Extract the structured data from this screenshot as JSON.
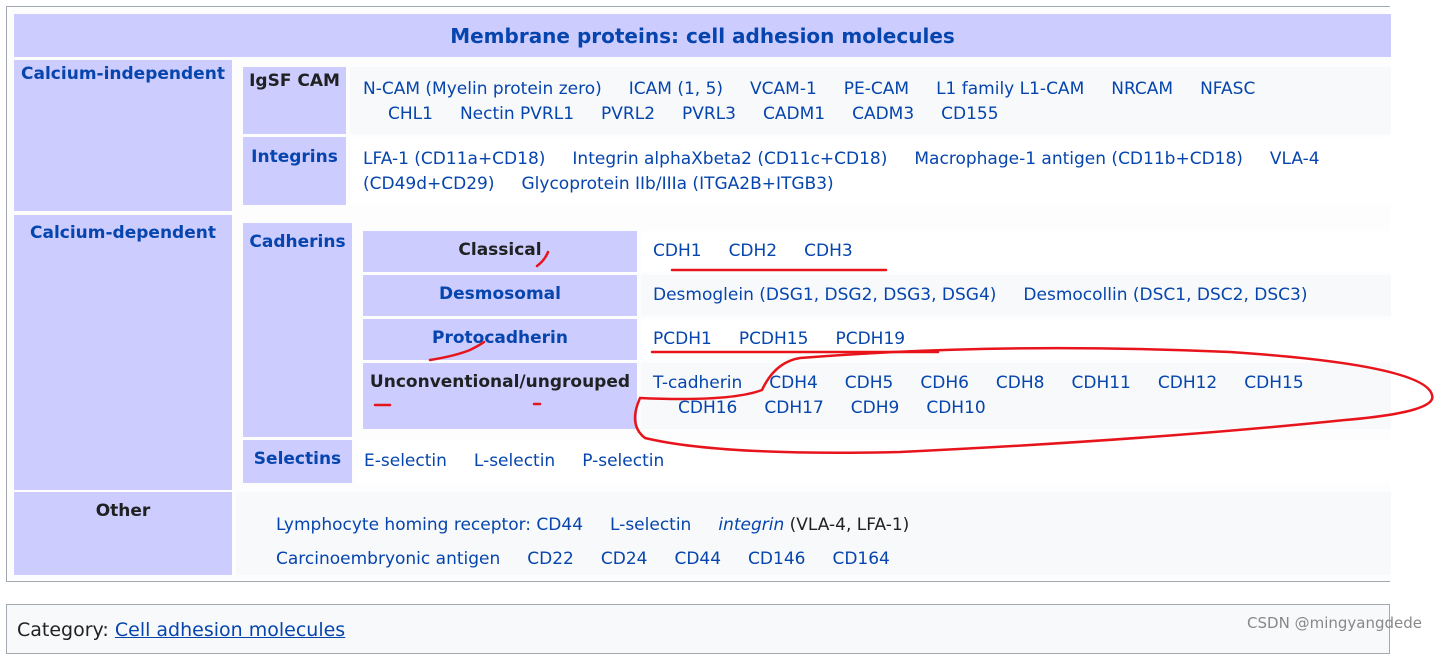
{
  "navbox": {
    "title": "Membrane proteins: cell adhesion molecules",
    "calcium_independent": {
      "label": "Calcium-independent",
      "igsf": {
        "label": "IgSF CAM",
        "line1": [
          "N-CAM (Myelin protein zero)",
          "ICAM (1, 5)",
          "VCAM-1",
          "PE-CAM",
          "L1 family L1-CAM",
          "NRCAM",
          "NFASC"
        ],
        "line2": [
          "CHL1",
          "Nectin PVRL1",
          "PVRL2",
          "PVRL3",
          "CADM1",
          "CADM3",
          "CD155"
        ]
      },
      "integrins": {
        "label": "Integrins",
        "line1": [
          "LFA-1 (CD11a+CD18)",
          "Integrin alphaXbeta2 (CD11c+CD18)",
          "Macrophage-1 antigen (CD11b+CD18)",
          "VLA-4"
        ],
        "line2": [
          "(CD49d+CD29)",
          "Glycoprotein IIb/IIIa (ITGA2B+ITGB3)"
        ]
      }
    },
    "calcium_dependent": {
      "label": "Calcium-dependent",
      "cadherins": {
        "label": "Cadherins",
        "classical": {
          "label": "Classical",
          "items": [
            "CDH1",
            "CDH2",
            "CDH3"
          ]
        },
        "desmosomal": {
          "label": "Desmosomal",
          "items": [
            "Desmoglein (DSG1, DSG2, DSG3, DSG4)",
            "Desmocollin (DSC1, DSC2, DSC3)"
          ]
        },
        "protocadherin": {
          "label": "Protocadherin",
          "items": [
            "PCDH1",
            "PCDH15",
            "PCDH19"
          ]
        },
        "unconventional": {
          "label": "Unconventional/ungrouped",
          "line1": [
            "T-cadherin",
            "CDH4",
            "CDH5",
            "CDH6",
            "CDH8",
            "CDH11",
            "CDH12",
            "CDH15"
          ],
          "line2": [
            "CDH16",
            "CDH17",
            "CDH9",
            "CDH10"
          ]
        }
      },
      "selectins": {
        "label": "Selectins",
        "items": [
          "E-selectin",
          "L-selectin",
          "P-selectin"
        ]
      }
    },
    "other": {
      "label": "Other",
      "line1": {
        "homing": "Lymphocyte homing receptor: CD44",
        "lselectin": "L-selectin",
        "integrin_word": "integrin",
        "integrin_rest": " (VLA-4, LFA-1)"
      },
      "line2": [
        "Carcinoembryonic antigen",
        "CD22",
        "CD24",
        "CD44",
        "CD146",
        "CD164"
      ]
    }
  },
  "category": {
    "prefix": "Category:",
    "link": "Cell adhesion molecules"
  },
  "watermark": "CSDN @mingyangdede",
  "colors": {
    "header_bg": "#ccccff",
    "link": "#0645ad",
    "annotation": "#e8141c"
  }
}
